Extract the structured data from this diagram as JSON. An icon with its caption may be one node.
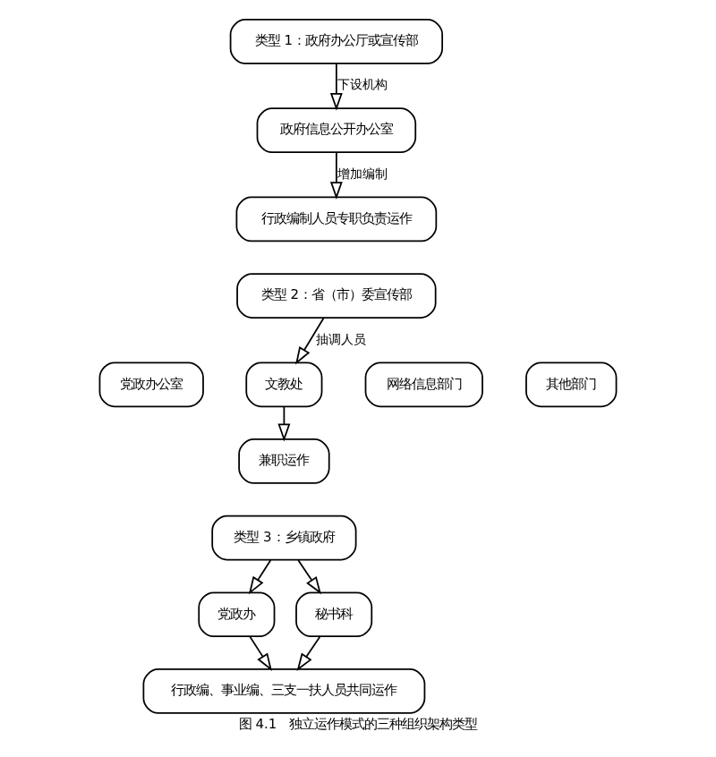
{
  "diagram": {
    "caption": "图 4.1　独立运作模式的三种组织架构类型",
    "nodes": [
      {
        "text": [
          "类型 1：政府办公厅或宣传部"
        ]
      },
      {
        "text": [
          "政府信息公开办公室"
        ]
      },
      {
        "text": [
          "行政编制人员专职负责运作"
        ]
      },
      {
        "text": [
          "类型 2：省（市）委宣传部"
        ]
      },
      {
        "text": [
          "党政办公室"
        ]
      },
      {
        "text": [
          "文教处"
        ]
      },
      {
        "text": [
          "网络信息部门"
        ]
      },
      {
        "text": [
          "其他部门"
        ]
      },
      {
        "text": [
          "兼职运作"
        ]
      },
      {
        "text": [
          "类型 3：乡镇政府"
        ]
      },
      {
        "text": [
          "党政办"
        ]
      },
      {
        "text": [
          "秘书科"
        ]
      },
      {
        "text": [
          "行政编、事业编、三支一扶人员共同运作"
        ]
      }
    ],
    "edges": [
      {
        "from": 0,
        "to": 1,
        "arrow": "to",
        "label": "下设机构"
      },
      {
        "from": 1,
        "to": 2,
        "arrow": "to",
        "label": "增加编制"
      },
      {
        "from": 3,
        "to": 5,
        "arrow": "to",
        "label": "抽调人员"
      },
      {
        "from": 5,
        "to": 8,
        "arrow": "to"
      },
      {
        "from": 9,
        "to": 10,
        "arrow": "to"
      },
      {
        "from": 9,
        "to": 11,
        "arrow": "to"
      },
      {
        "from": 10,
        "to": 12,
        "arrow": "to"
      },
      {
        "from": 11,
        "to": 12,
        "arrow": "to"
      }
    ]
  }
}
